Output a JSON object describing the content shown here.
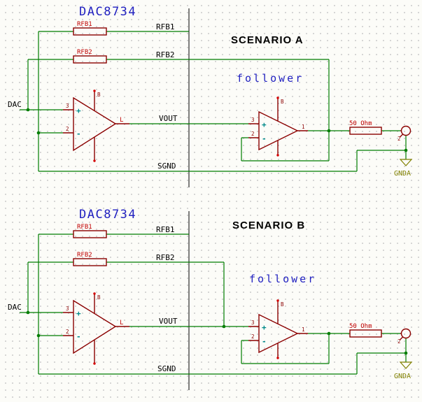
{
  "colors": {
    "wire_green": "#007d00",
    "symbol_maroon": "#8b0000",
    "ref_label_red": "#c00000",
    "net_label_black": "#000000",
    "title_blue": "#2121c0",
    "pin_sign_teal": "#008b8b",
    "ground_olive": "#808000",
    "bus_black": "#000000"
  },
  "scenarios": [
    {
      "chip": "DAC8734",
      "scenario": "SCENARIO A",
      "follower": "follower",
      "nets": {
        "dac": "DAC",
        "rfb1": "RFB1",
        "rfb2": "RFB2",
        "vout": "VOUT",
        "sgnd": "SGND",
        "gnda": "GNDA"
      },
      "refs": {
        "rfb1": "RFB1",
        "rfb2": "RFB2",
        "series": "50 Ohm"
      },
      "amp1": {
        "pin_plus": "3",
        "pin_minus": "2",
        "pin_out": "L",
        "pin_power": "B",
        "plus": "+",
        "minus": "-"
      },
      "amp2": {
        "pin_plus": "3",
        "pin_minus": "2",
        "pin_out": "1",
        "pin_power": "B",
        "plus": "+",
        "minus": "-"
      },
      "connector_pin": "2"
    },
    {
      "chip": "DAC8734",
      "scenario": "SCENARIO B",
      "follower": "follower",
      "nets": {
        "dac": "DAC",
        "rfb1": "RFB1",
        "rfb2": "RFB2",
        "vout": "VOUT",
        "sgnd": "SGND",
        "gnda": "GNDA"
      },
      "refs": {
        "rfb1": "RFB1",
        "rfb2": "RFB2",
        "series": "50 Ohm"
      },
      "amp1": {
        "pin_plus": "3",
        "pin_minus": "2",
        "pin_out": "L",
        "pin_power": "B",
        "plus": "+",
        "minus": "-"
      },
      "amp2": {
        "pin_plus": "3",
        "pin_minus": "2",
        "pin_out": "1",
        "pin_power": "B",
        "plus": "+",
        "minus": "-"
      },
      "connector_pin": "2"
    }
  ]
}
